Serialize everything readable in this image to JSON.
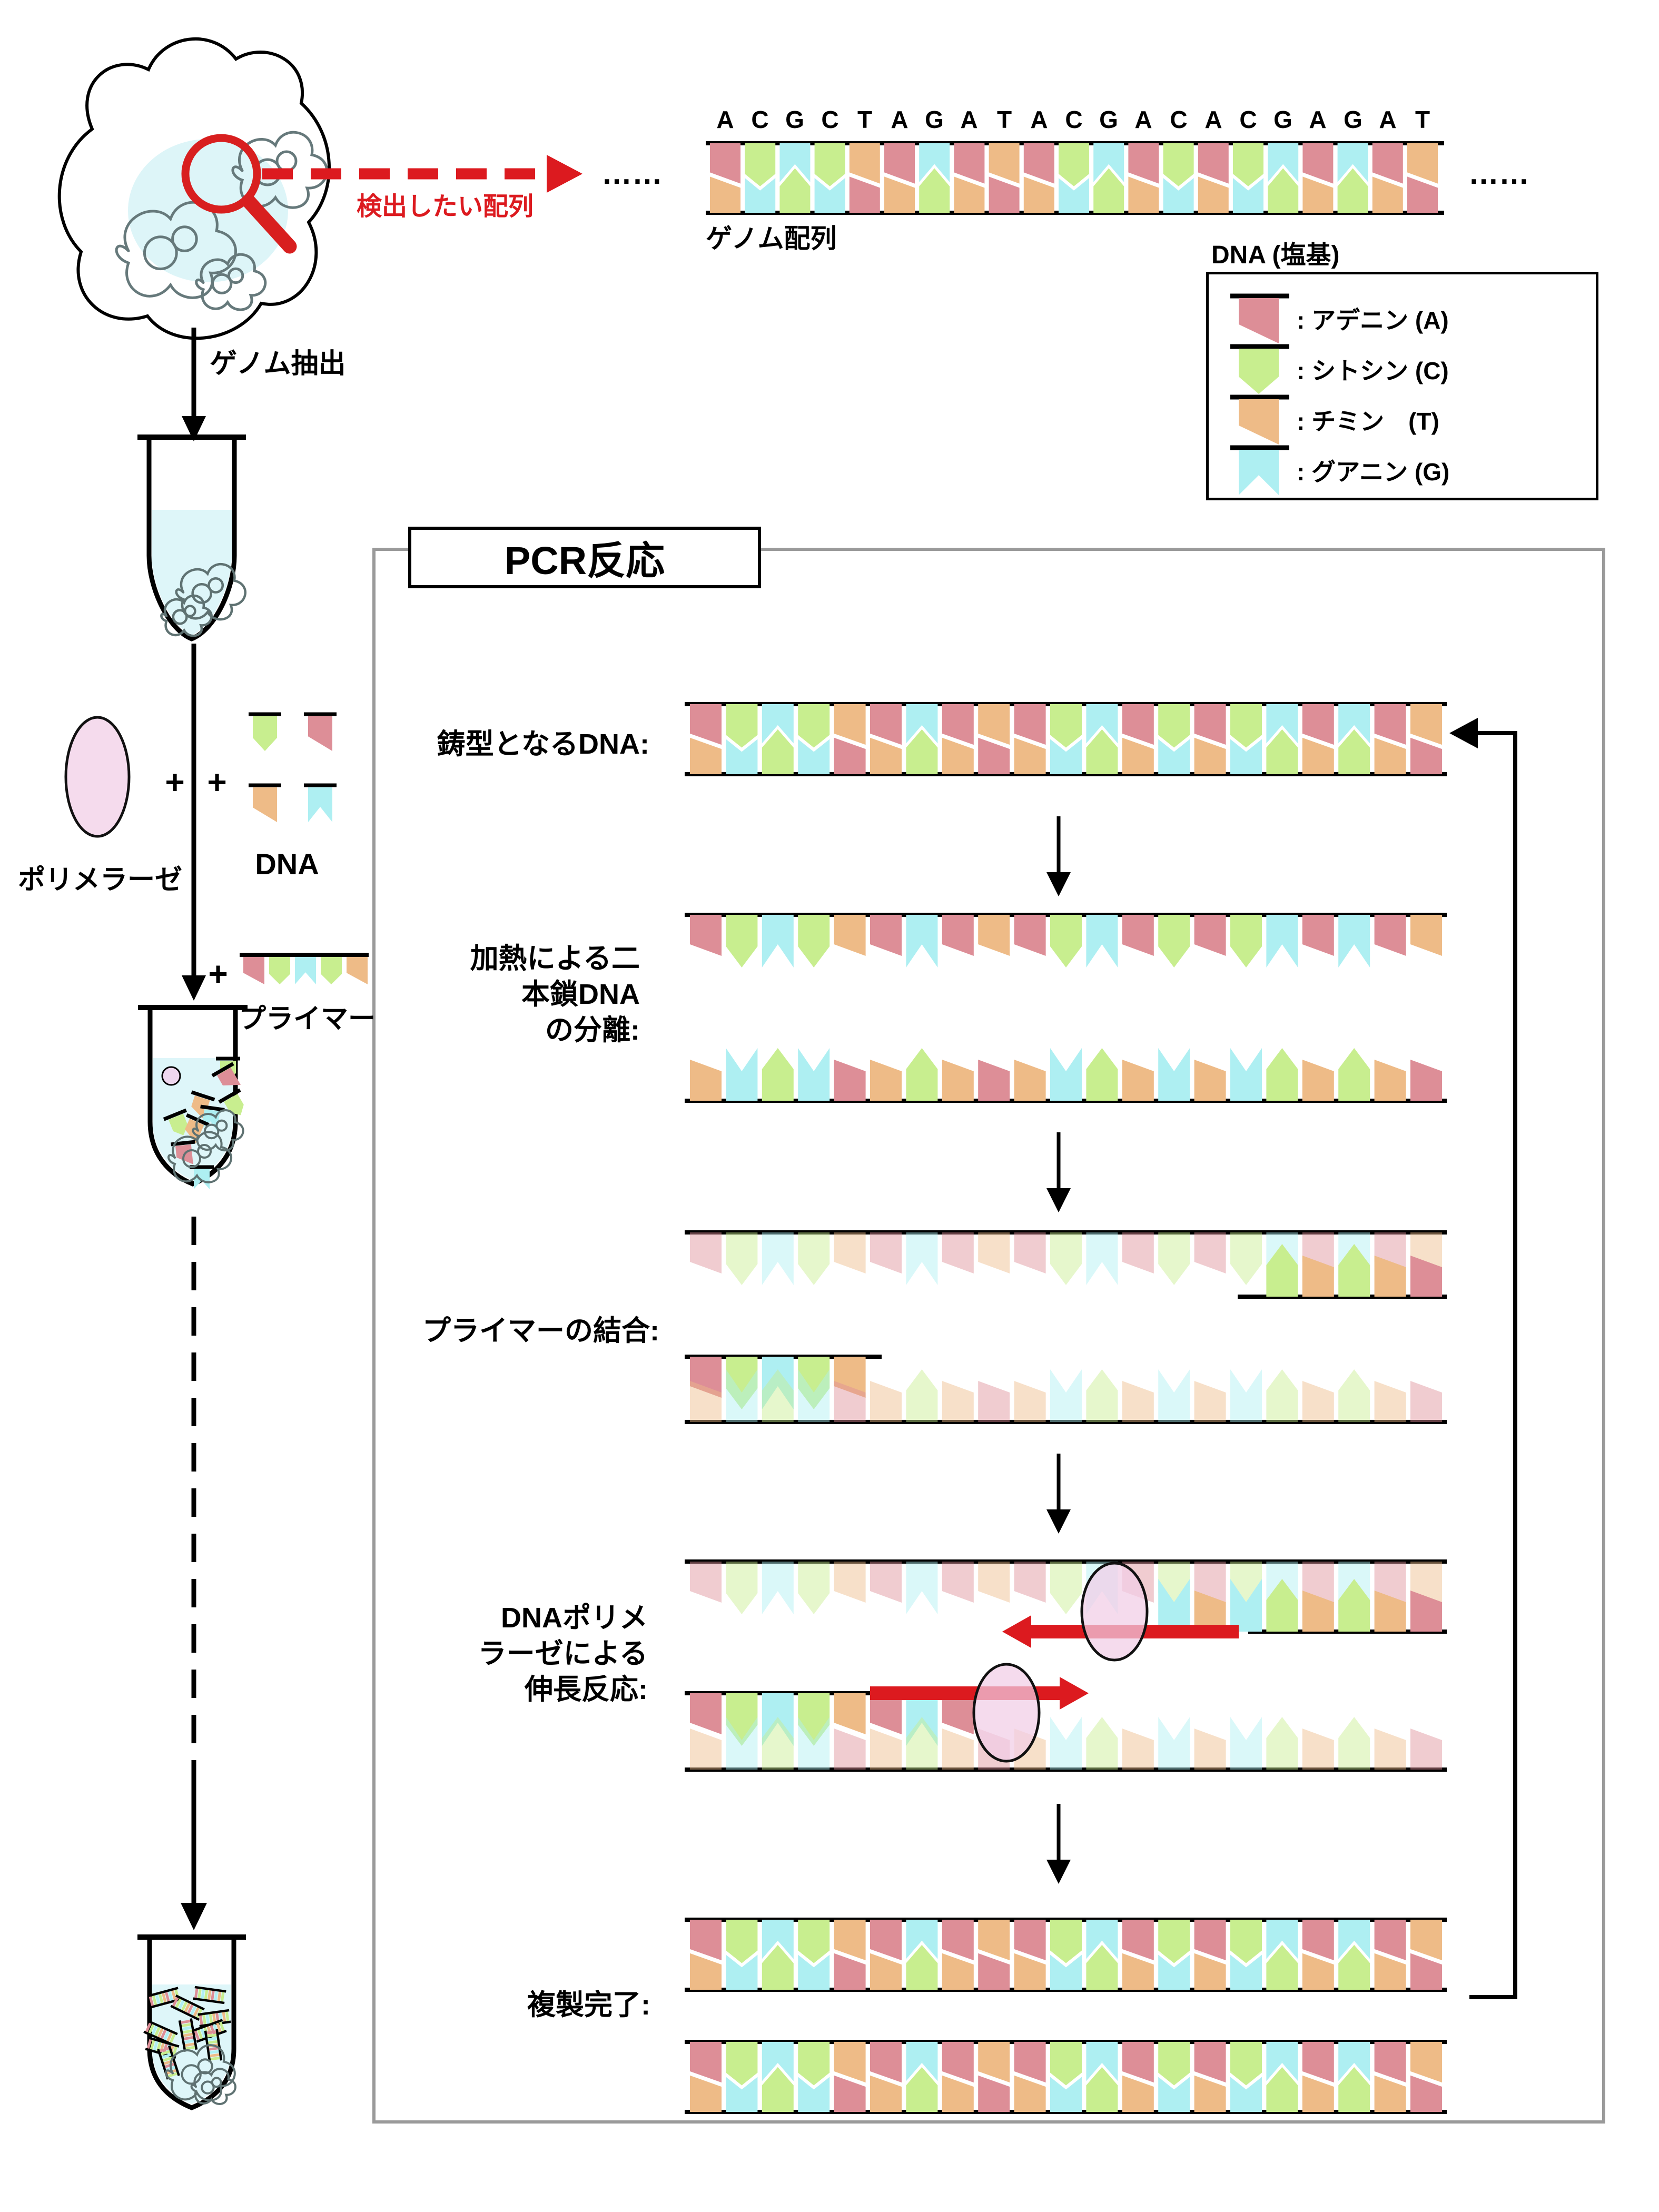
{
  "diagram": {
    "title": "PCR反応",
    "red": "#dc1a1f",
    "gray_border": "#9a9a9a"
  },
  "dna": {
    "sequence": "ACGCTAGATACGACACGAGAT",
    "complement": {
      "A": "T",
      "T": "A",
      "G": "C",
      "C": "G"
    },
    "colors": {
      "A": "#dd8e97",
      "C": "#c8ee8f",
      "T": "#eebb87",
      "G": "#aeeff2"
    },
    "faded_opacity": 0.45
  },
  "top": {
    "detect_label": "検出したい配列",
    "genome_label": "ゲノム配列",
    "dots": "……",
    "extract_label": "ゲノム抽出"
  },
  "legend": {
    "title": "DNA (塩基)",
    "items": [
      {
        "base": "A",
        "label": ": アデニン (A)"
      },
      {
        "base": "C",
        "label": ": シトシン (C)"
      },
      {
        "base": "T",
        "label": ": チミン　(T)"
      },
      {
        "base": "G",
        "label": ": グアニン (G)"
      }
    ]
  },
  "mix": {
    "plus": "+",
    "polymerase_label": "ポリメラーゼ",
    "dna_label": "DNA",
    "primer_label": "プライマー",
    "primer_forward": "ACGCT",
    "primer_reverse": "CTCTA"
  },
  "pcr_steps": {
    "template_label": "鋳型となるDNA:",
    "denature_lines": [
      "加熱による二",
      "本鎖DNA",
      "の分離:"
    ],
    "anneal_label": "プライマーの結合:",
    "extend_lines": [
      "DNAポリメ",
      "ラーゼによる",
      "伸長反応:"
    ],
    "complete_label": "複製完了:"
  }
}
